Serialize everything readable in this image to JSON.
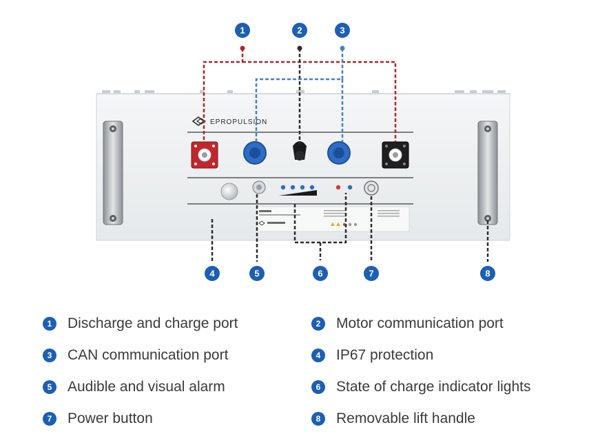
{
  "brand": {
    "name": "EPROPULSION"
  },
  "colors": {
    "badge": "#1d5fb1",
    "red_line": "#b0262b",
    "blue_line": "#4a7fc9",
    "black_line": "#2b2b2b"
  },
  "markers": [
    "1",
    "2",
    "3",
    "4",
    "5",
    "6",
    "7",
    "8"
  ],
  "legend": [
    {
      "num": "1",
      "label": "Discharge and charge port"
    },
    {
      "num": "2",
      "label": "Motor communication port"
    },
    {
      "num": "3",
      "label": "CAN communication port"
    },
    {
      "num": "4",
      "label": "IP67 protection"
    },
    {
      "num": "5",
      "label": "Audible and visual alarm"
    },
    {
      "num": "6",
      "label": "State of charge indicator lights"
    },
    {
      "num": "7",
      "label": "Power button"
    },
    {
      "num": "8",
      "label": "Removable lift handle"
    }
  ]
}
